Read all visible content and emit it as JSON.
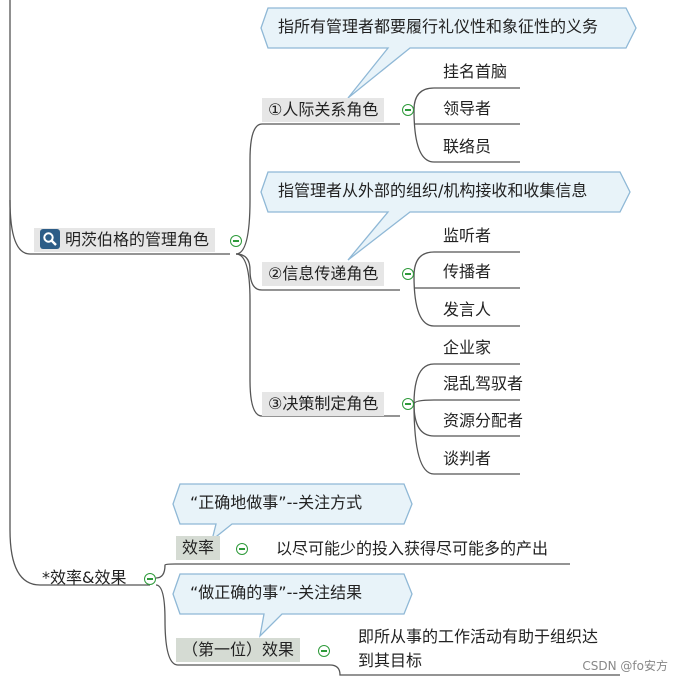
{
  "main_topic": {
    "label": "明茨伯格的管理角色",
    "icon": "magnifier-icon"
  },
  "roles": [
    {
      "label": "①人际关系角色",
      "callout": "指所有管理者都要履行礼仪性和象征性的义务",
      "items": [
        "挂名首脑",
        "领导者",
        "联络员"
      ]
    },
    {
      "label": "②信息传递角色",
      "callout": "指管理者从外部的组织/机构接收和收集信息",
      "items": [
        "监听者",
        "传播者",
        "发言人"
      ]
    },
    {
      "label": "③决策制定角色",
      "items": [
        "企业家",
        "混乱驾驭者",
        "资源分配者",
        "谈判者"
      ]
    }
  ],
  "efficiency_topic": {
    "label": "*效率&效果"
  },
  "efficiency": {
    "label": "效率",
    "callout": "“正确地做事”--关注方式",
    "detail": "以尽可能少的投入获得尽可能多的产出"
  },
  "effectiveness": {
    "label": "（第一位）效果",
    "callout": "“做正确的事”--关注结果",
    "detail_line1": "即所从事的工作活动有助于组织达",
    "detail_line2": "到其目标"
  },
  "watermark": "CSDN @fo安方",
  "colors": {
    "line": "#555555",
    "callout_fill": "#e8f3f9",
    "callout_stroke": "#8fb8d6",
    "collapse": "#2e9a3a"
  }
}
